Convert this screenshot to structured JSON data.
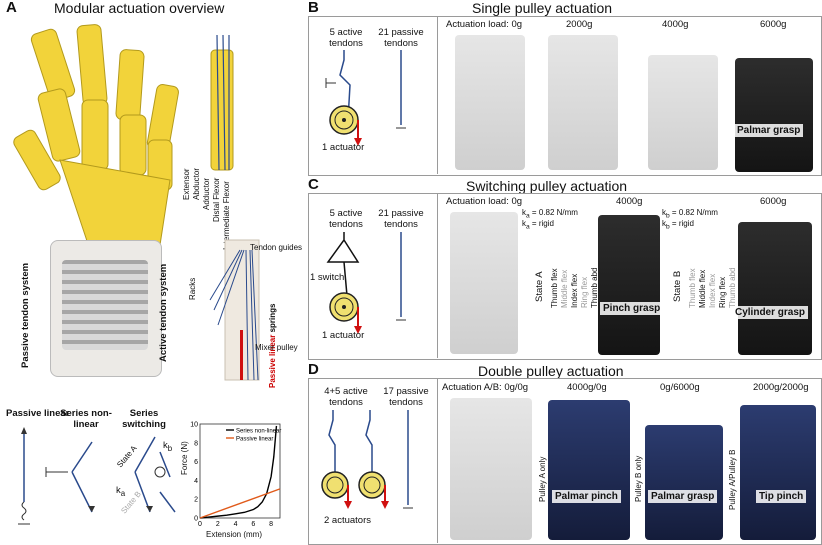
{
  "panelA": {
    "letter": "A",
    "title": "Modular actuation overview",
    "passive_system": "Passive tendon system",
    "active_system": "Active tendon system",
    "tendons": [
      "Extensor",
      "Abductor",
      "Adductor",
      "Distal Flexor",
      "Intermediate Flexor"
    ],
    "tendon_guides": "Tendon guides",
    "racks": "Racks",
    "passive_linear_springs_a": "Passive linear",
    "passive_linear_springs_b": " springs",
    "mixer_pulley": "Mixer pulley",
    "springs": {
      "passive_linear": "Passive linear",
      "series_nonlinear": "Series non-linear",
      "series_switching": "Series switching",
      "state_a": "State A",
      "state_b": "State B",
      "kb": "k",
      "kb_sub": "b",
      "ka": "k",
      "ka_sub": "a"
    },
    "chart_data": {
      "type": "line",
      "xlabel": "Extension (mm)",
      "ylabel": "Force (N)",
      "xlim": [
        0,
        9
      ],
      "ylim": [
        0,
        10
      ],
      "xticks": [
        "0",
        "2",
        "4",
        "6",
        "8"
      ],
      "yticks": [
        "0",
        "2",
        "4",
        "6",
        "8",
        "10"
      ],
      "legend_position": "top-right",
      "series": [
        {
          "name": "Series non-linear",
          "color": "#000000",
          "x": [
            0,
            1,
            2,
            3,
            4,
            5,
            6,
            6.5,
            7,
            7.5,
            8,
            8.3,
            8.6
          ],
          "y": [
            0,
            0.1,
            0.2,
            0.3,
            0.45,
            0.6,
            0.9,
            1.2,
            1.7,
            2.6,
            4.4,
            6.5,
            9.8
          ]
        },
        {
          "name": "Passive linear",
          "color": "#e05a1a",
          "x": [
            0,
            9
          ],
          "y": [
            0,
            3.1
          ]
        }
      ]
    }
  },
  "panelB": {
    "letter": "B",
    "title": "Single pulley actuation",
    "active_tendons": "5 active tendons",
    "passive_tendons": "21 passive tendons",
    "actuators": "1 actuator",
    "loads": [
      "Actuation load: 0g",
      "2000g",
      "4000g",
      "6000g"
    ],
    "grasp": "Palmar grasp"
  },
  "panelC": {
    "letter": "C",
    "title": "Switching pulley actuation",
    "active_tendons": "5 active tendons",
    "passive_tendons": "21 passive tendons",
    "switch": "1 switch",
    "actuators": "1 actuator",
    "loads": [
      "Actuation load: 0g",
      "4000g",
      "6000g"
    ],
    "stateA": {
      "k_line1_sym": "k",
      "k_line1_sub": "a",
      "k_line1_val": " = 0.82 N/mm",
      "k_line2_sym": "k",
      "k_line2_sub": "a",
      "k_line2_val": " = rigid",
      "state": "State A",
      "fingers": [
        "Thumb flex",
        "Middle flex",
        "Index flex",
        "Ring flex",
        "Thumb abd"
      ],
      "grasp": "Pinch grasp"
    },
    "stateB": {
      "k_line1_sym": "k",
      "k_line1_sub": "b",
      "k_line1_val": " = 0.82 N/mm",
      "k_line2_sym": "k",
      "k_line2_sub": "b",
      "k_line2_val": " = rigid",
      "state": "State B",
      "fingers": [
        "Thumb flex",
        "Middle flex",
        "Index flex",
        "Ring flex",
        "Thumb abd"
      ],
      "grasp": "Cylinder grasp"
    }
  },
  "panelD": {
    "letter": "D",
    "title": "Double pulley actuation",
    "active_tendons": "4+5 active tendons",
    "passive_tendons": "17 passive tendons",
    "actuators": "2 actuators",
    "loads": [
      "Actuation A/B: 0g/0g",
      "4000g/0g",
      "0g/6000g",
      "2000g/2000g"
    ],
    "modes": [
      "Pulley A only",
      "Pulley B only",
      "Pulley A/Pulley B"
    ],
    "grasps": [
      "Palmar pinch",
      "Palmar grasp",
      "Tip pinch"
    ]
  },
  "colors": {
    "tendon_blue": "#2a4a8c",
    "gold_hand": "#f2d33a",
    "red_arrow": "#d01010",
    "dark_hand": "#1f1f1f",
    "navy_hand": "#1c2a5a",
    "orange": "#e05a1a"
  }
}
